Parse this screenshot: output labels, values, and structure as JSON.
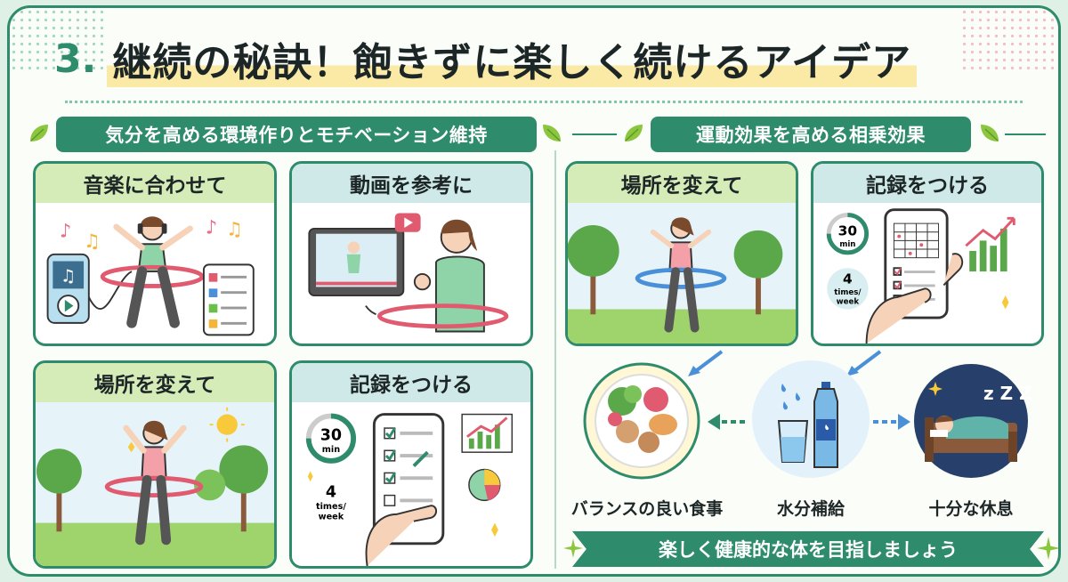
{
  "header": {
    "number": "3.",
    "title": "継続の秘訣！飽きずに楽しく続けるアイデア"
  },
  "left_section": {
    "title": "気分を高める環境作りとモチベーション維持",
    "cards": [
      {
        "title": "音楽に合わせて"
      },
      {
        "title": "動画を参考に"
      },
      {
        "title": "場所を変えて"
      },
      {
        "title": "記録をつける",
        "badge_number": "30",
        "badge_unit": "min",
        "freq_number": "4",
        "freq_unit_1": "times/",
        "freq_unit_2": "week"
      }
    ]
  },
  "right_section": {
    "title": "運動効果を高める相乗効果",
    "cards": [
      {
        "title": "場所を変えて"
      },
      {
        "title": "記録をつける",
        "badge_number": "30",
        "badge_unit": "min",
        "freq_number": "4",
        "freq_unit_1": "times/",
        "freq_unit_2": "week"
      }
    ],
    "circles": [
      {
        "label": "バランスの良い食事"
      },
      {
        "label": "水分補給"
      },
      {
        "label": "十分な休息"
      }
    ],
    "sleep_letters": "z Z Z",
    "footer": "楽しく健康的な体を目指しましょう"
  },
  "colors": {
    "primary": "#2e8b6c",
    "card_head_green": "#d5ecb8",
    "card_head_teal": "#cfe9e8",
    "highlight": "#fbe9a6"
  },
  "icons": [
    "leaf-icon",
    "music-note-icon",
    "play-button-icon",
    "sun-icon",
    "sparkle-icon",
    "arrow-icon",
    "checklist-icon",
    "chart-icon"
  ]
}
